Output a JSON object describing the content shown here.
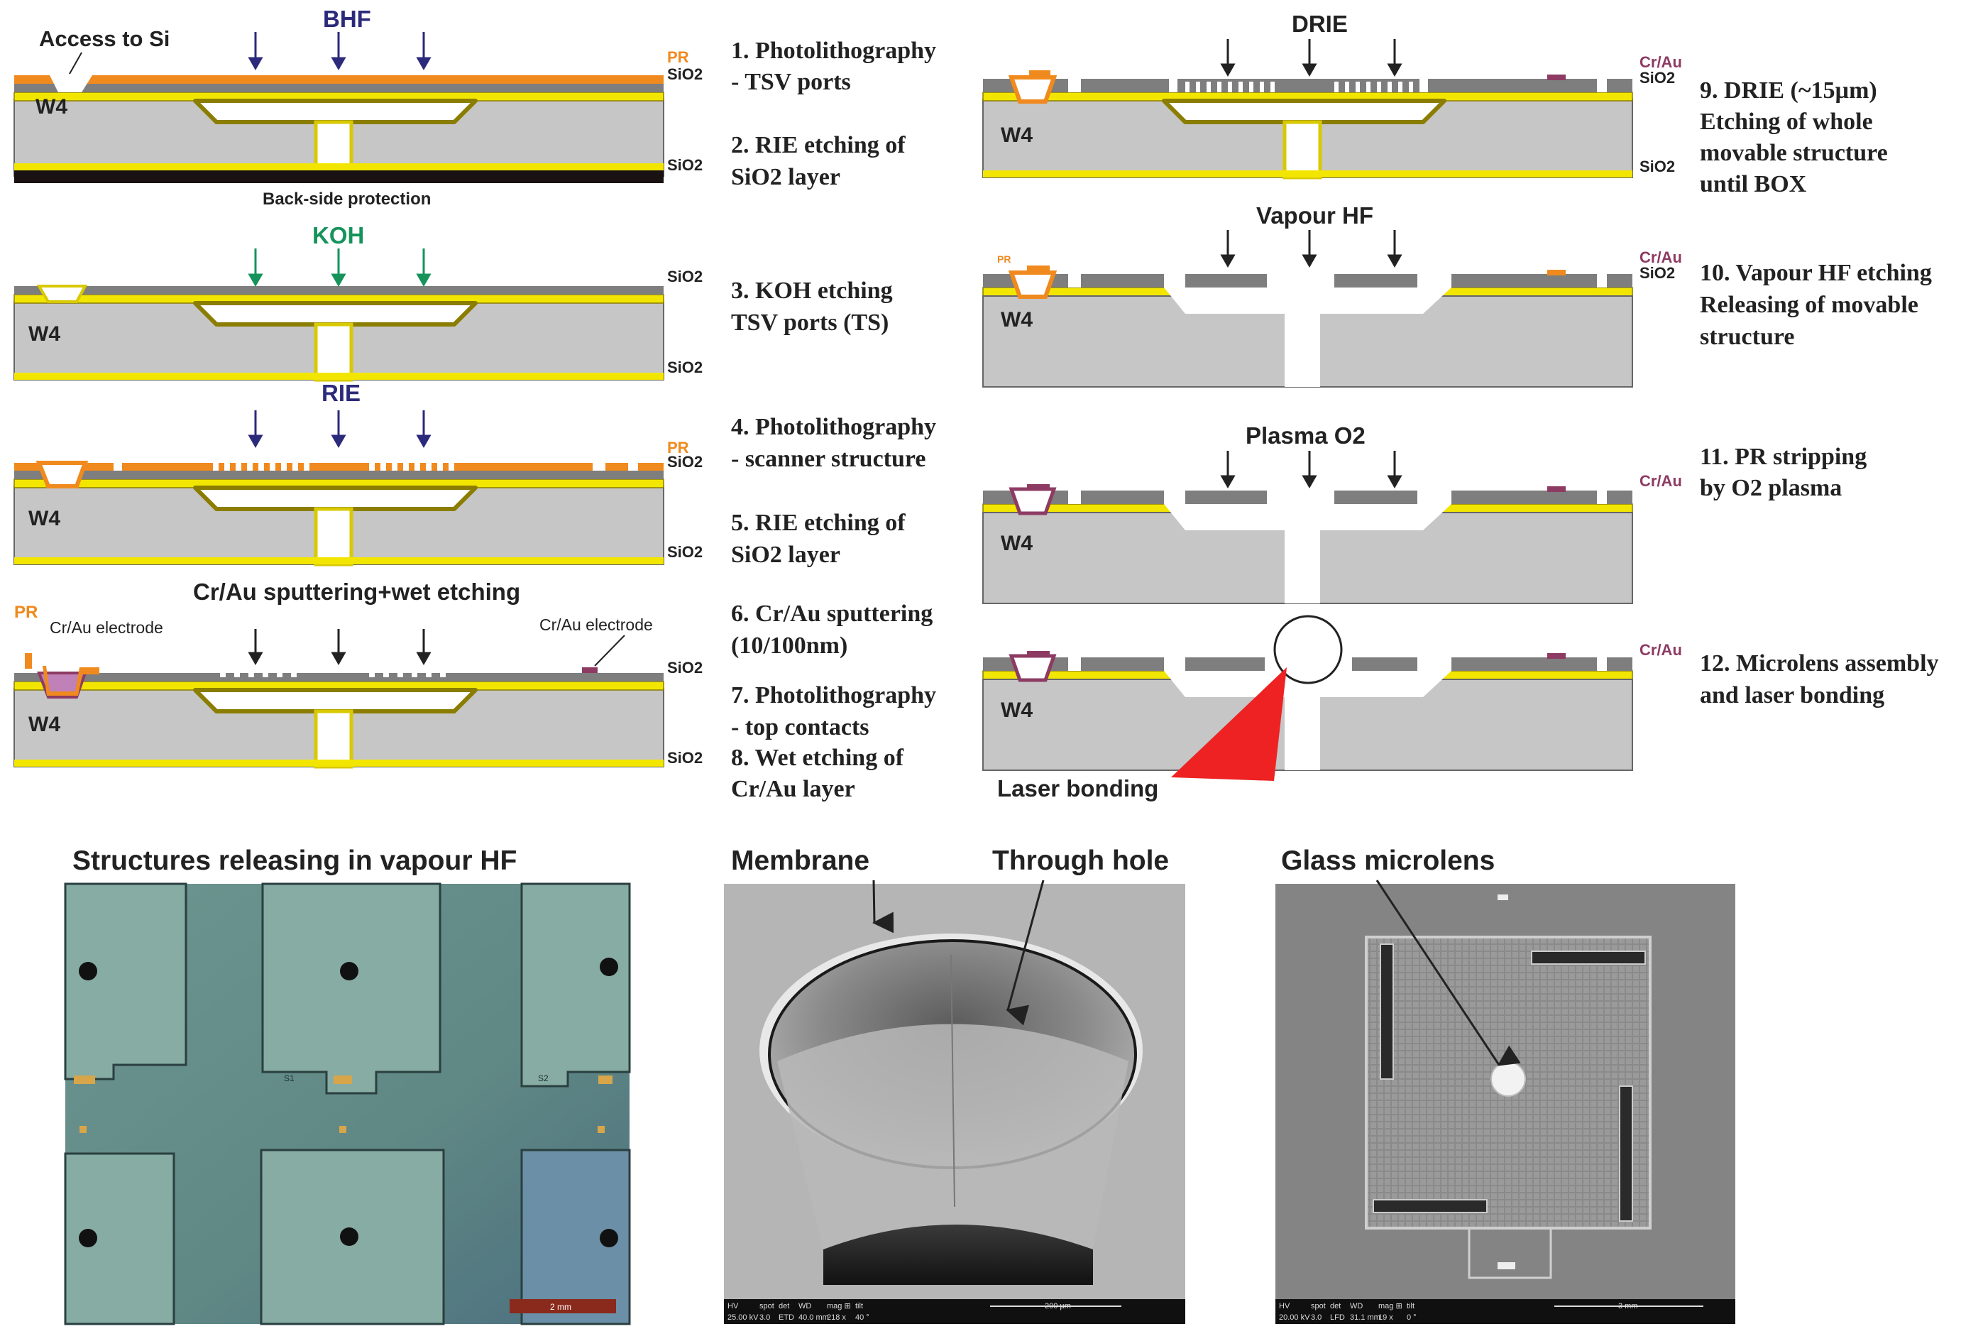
{
  "colors": {
    "silicon": "#c6c6c6",
    "silicon_dark": "#7e7e7e",
    "oxide": "#f2e600",
    "oxide_edge": "#8a7d00",
    "photoresist": "#f08a1e",
    "cr_au": "#8d3b63",
    "bhf_arrow": "#2c2a7a",
    "koh_arrow": "#15935b",
    "laser": "#ee2222",
    "micrograph_optical": "#5f8a86",
    "micrograph_sem": "#7a7a7a"
  },
  "layer_labels": {
    "pr": "PR",
    "sio2": "SiO2",
    "cr_au": "Cr/Au",
    "wafer": "W4"
  },
  "panels": [
    {
      "id": "p1",
      "etch_label": "BHF",
      "note_access": "Access to Si",
      "note_backside": "Back-side protection",
      "steps": [
        "1. Photolithography",
        "- TSV ports",
        "2. RIE etching of",
        "SiO2 layer"
      ]
    },
    {
      "id": "p2",
      "etch_label": "KOH",
      "steps": [
        "3. KOH etching",
        "TSV ports (TS)"
      ]
    },
    {
      "id": "p3",
      "etch_label": "RIE",
      "steps": [
        "4. Photolithography",
        "- scanner structure",
        "5. RIE etching of",
        "SiO2 layer"
      ]
    },
    {
      "id": "p4",
      "etch_label": "Cr/Au sputtering+wet etching",
      "electrode_label": "Cr/Au electrode",
      "steps": [
        "6. Cr/Au sputtering",
        "(10/100nm)",
        "7. Photolithography",
        "- top contacts",
        "8. Wet etching of",
        "Cr/Au layer"
      ]
    },
    {
      "id": "p5",
      "etch_label": "DRIE",
      "steps": [
        "9. DRIE (~15µm)",
        "Etching of whole",
        "movable structure",
        "until BOX"
      ]
    },
    {
      "id": "p6",
      "etch_label": "Vapour HF",
      "steps": [
        "10. Vapour HF etching",
        "Releasing of movable",
        "structure"
      ]
    },
    {
      "id": "p7",
      "etch_label": "Plasma O2",
      "steps": [
        "11. PR stripping",
        "by O2 plasma"
      ]
    },
    {
      "id": "p8",
      "etch_label": "Laser bonding",
      "steps": [
        "12. Microlens assembly",
        "and laser bonding"
      ]
    }
  ],
  "photos": [
    {
      "id": "ph1",
      "title": "Structures releasing in vapour HF",
      "labels": [
        "S1",
        "S2"
      ],
      "scalebar": "2 mm"
    },
    {
      "id": "ph2",
      "title": "Membrane",
      "title2": "Through hole",
      "scalebar": "200 µm",
      "info_header": [
        "HV",
        "spot",
        "det",
        "WD",
        "mag ⊞",
        "tilt"
      ],
      "info_values": [
        "25.00 kV",
        "3.0",
        "ETD",
        "40.0 mm",
        "218 x",
        "40 °"
      ]
    },
    {
      "id": "ph3",
      "title": "Glass microlens",
      "scalebar": "3 mm",
      "info_header": [
        "HV",
        "spot",
        "det",
        "WD",
        "mag ⊞",
        "tilt"
      ],
      "info_values": [
        "20.00 kV",
        "3.0",
        "LFD",
        "31.1 mm",
        "19 x",
        "0 °"
      ]
    }
  ]
}
